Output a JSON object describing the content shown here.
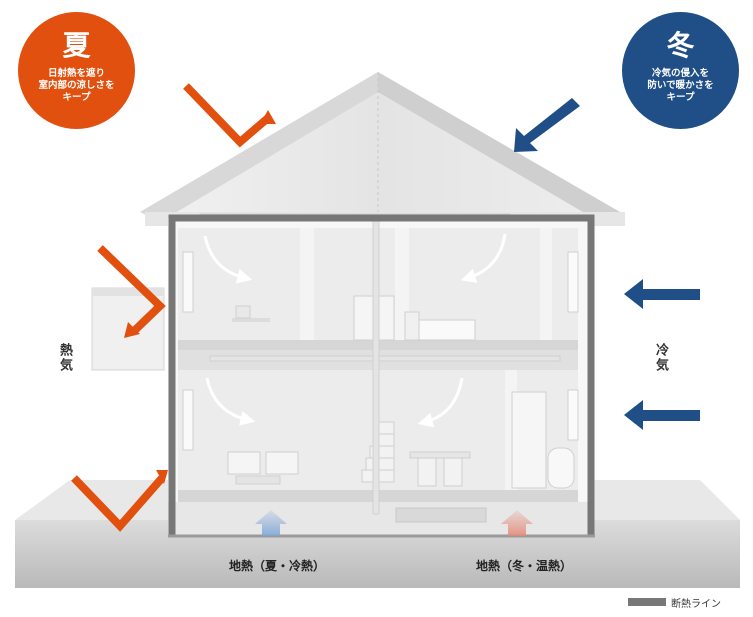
{
  "summer": {
    "title": "夏",
    "description": "日射熱を遮り\n室内部の涼しさを\nキープ",
    "color": "#e1500f"
  },
  "winter": {
    "title": "冬",
    "description": "冷気の侵入を\n防いで暖かさを\nキープ",
    "color": "#1f4f86"
  },
  "labels": {
    "heat": "熱気",
    "cold": "冷気",
    "ground_heat_summer": "地熱（夏・冷熱）",
    "ground_heat_winter": "地熱（冬・温熱）"
  },
  "legend": {
    "insulation_line": "断熱ライン",
    "insulation_color": "#777777"
  },
  "icons": {
    "summer_arrows": "reflected-arrow-icon",
    "winter_arrows": "straight-arrow-icon",
    "ground_up_arrows": "up-arrow-icon",
    "air_flow": "curved-arrow-icon"
  }
}
